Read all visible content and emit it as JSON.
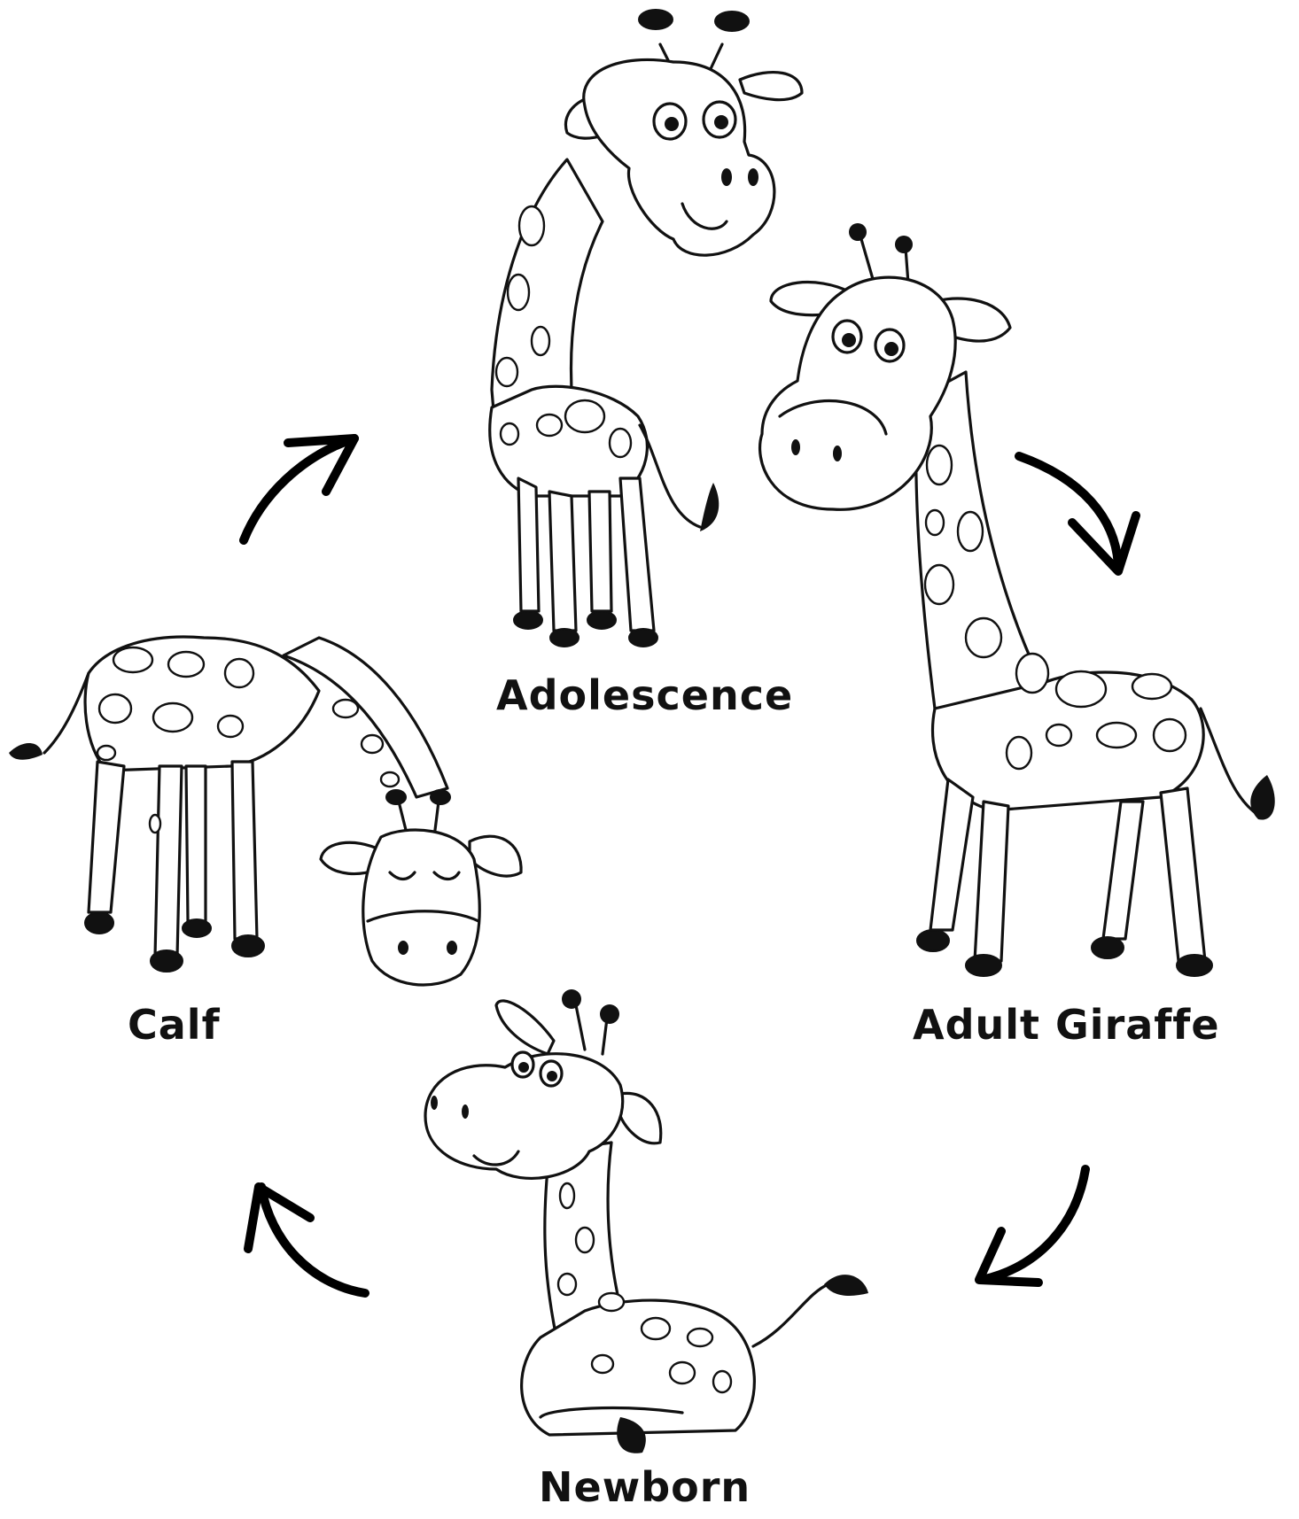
{
  "diagram": {
    "stages": [
      {
        "id": "adolescence",
        "label": "Adolescence"
      },
      {
        "id": "adult",
        "label": "Adult Giraffe"
      },
      {
        "id": "newborn",
        "label": "Newborn"
      },
      {
        "id": "calf",
        "label": "Calf"
      }
    ],
    "colors": {
      "ink": "#111111",
      "background": "#ffffff"
    },
    "arrows": [
      {
        "from": "adolescence",
        "to": "adult",
        "icon": "curved-arrow-icon"
      },
      {
        "from": "adult",
        "to": "newborn",
        "icon": "curved-arrow-icon"
      },
      {
        "from": "newborn",
        "to": "calf",
        "icon": "curved-arrow-icon"
      },
      {
        "from": "calf",
        "to": "adolescence",
        "icon": "curved-arrow-icon"
      }
    ]
  }
}
